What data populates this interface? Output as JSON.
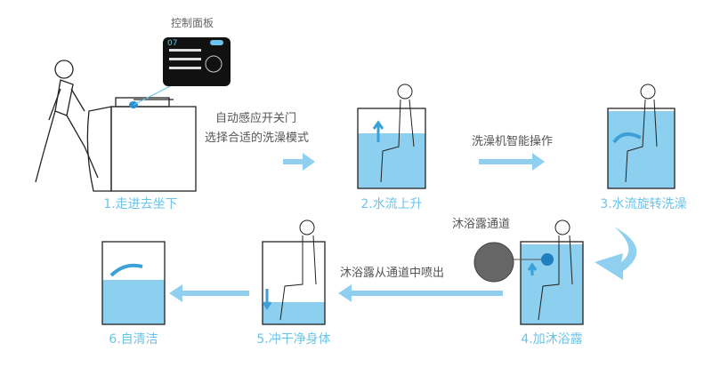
{
  "panel": {
    "title": "控制面板",
    "time": "07"
  },
  "steps": [
    {
      "label": "1.走进去坐下"
    },
    {
      "label": "2.水流上升"
    },
    {
      "label": "3.水流旋转洗澡"
    },
    {
      "label": "4.加沐浴露"
    },
    {
      "label": "5.冲干净身体"
    },
    {
      "label": "6.自清洁"
    }
  ],
  "notes": {
    "arrow1_line1": "自动感应开关门",
    "arrow1_line2": "选择合适的洗澡模式",
    "arrow2": "洗澡机智能操作",
    "channel": "沐浴露通道",
    "arrow4": "沐浴露从通道中喷出"
  },
  "colors": {
    "accent": "#6cc3ea",
    "water": "#8dcfee",
    "arrow": "#8fd0f0"
  }
}
